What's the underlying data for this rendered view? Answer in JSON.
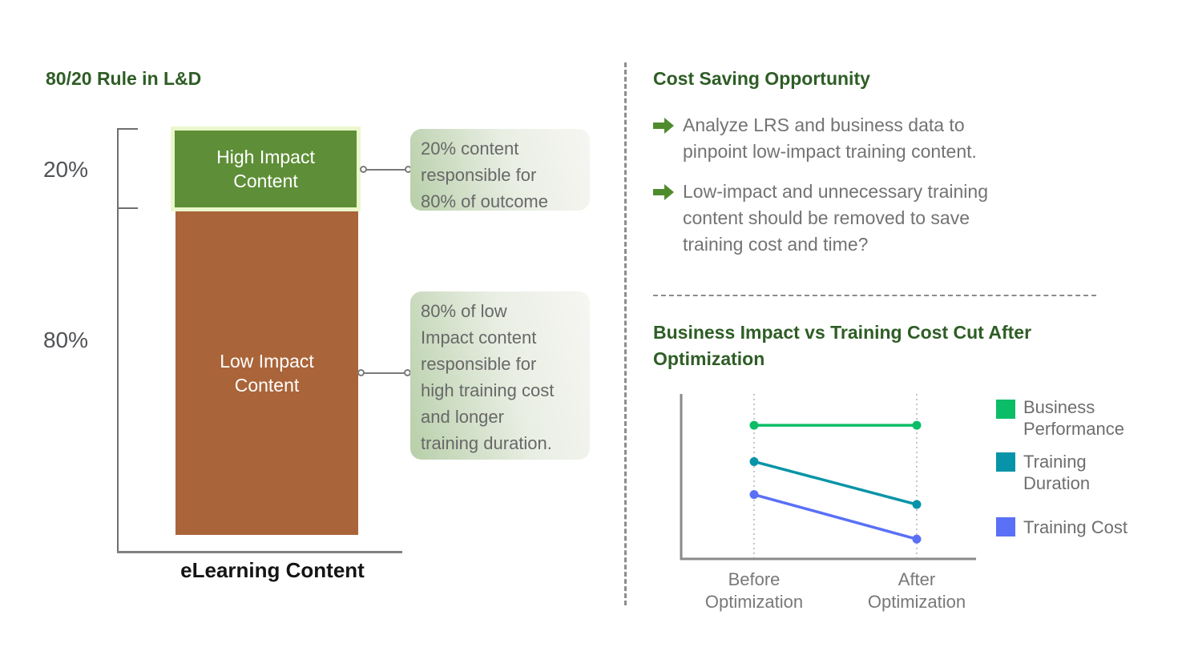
{
  "left_panel": {
    "title": "80/20 Rule in L&D",
    "y_axis": {
      "top_label": "20%",
      "bottom_label": "80%"
    },
    "bars": {
      "high_label": "High Impact\nContent",
      "low_label": "Low Impact\nContent"
    },
    "x_axis_label": "eLearning Content",
    "callouts": [
      {
        "text": "20% content\nresponsible for\n80% of outcome"
      },
      {
        "text": "80% of low\nImpact content\nresponsible  for\nhigh training cost\nand longer\ntraining duration."
      }
    ]
  },
  "right_panel": {
    "title": "Cost Saving Opportunity",
    "bullets": [
      {
        "text": "Analyze LRS and business data to\npinpoint low-impact training content."
      },
      {
        "text": "Low-impact and unnecessary training\ncontent should be removed to save\ntraining cost and time?"
      }
    ],
    "chart_title": "Business Impact vs Training Cost Cut After\nOptimization",
    "x_tick_labels": [
      "Before\nOptimization",
      "After\nOptimization"
    ],
    "legend": [
      {
        "label": "Business\nPerformance"
      },
      {
        "label": "Training\nDuration"
      },
      {
        "label": "Training Cost"
      }
    ]
  },
  "colors": {
    "heading_green": "#2e5d25",
    "bullet_arrow_green": "#4e8b2d",
    "plot_axis_gray": "#8a8a8a"
  },
  "chart_data": [
    {
      "type": "bar",
      "title": "80/20 Rule in L&D",
      "categories": [
        "eLearning Content"
      ],
      "stacked": true,
      "series": [
        {
          "name": "High Impact Content",
          "values": [
            20
          ],
          "color": "#5e8e37",
          "border_color": "#eaf7cc"
        },
        {
          "name": "Low Impact Content",
          "values": [
            80
          ],
          "color": "#aa6439"
        }
      ],
      "ylim": [
        0,
        100
      ],
      "annotations": [
        "20% content responsible for 80% of outcome",
        "80% of low Impact content responsible  for high training cost and longer training duration."
      ]
    },
    {
      "type": "line",
      "title": "Business Impact vs Training Cost Cut After Optimization",
      "categories": [
        "Before Optimization",
        "After Optimization"
      ],
      "ylim": [
        0,
        100
      ],
      "gridlines": "vertical-dotted",
      "legend_position": "right",
      "series": [
        {
          "name": "Business Performance",
          "values": [
            81,
            81
          ],
          "color": "#0cbd67"
        },
        {
          "name": "Training Duration",
          "values": [
            59,
            33
          ],
          "color": "#0894a8"
        },
        {
          "name": "Training Cost",
          "values": [
            39,
            12
          ],
          "color": "#5a70f7"
        }
      ]
    }
  ]
}
